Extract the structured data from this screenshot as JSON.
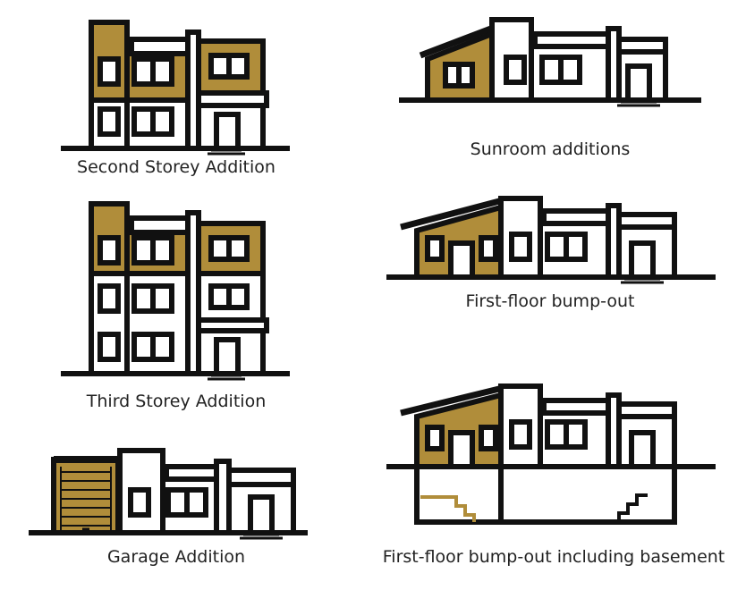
{
  "captions": {
    "second_storey": "Second Storey Addition",
    "third_storey": "Third Storey Addition",
    "garage": "Garage Addition",
    "sunroom": "Sunroom additions",
    "bump_out": "First-floor bump-out",
    "bump_out_basement": "First-floor bump-out including basement"
  },
  "colors": {
    "addition": "#b08d3a",
    "outline": "#111111",
    "wall": "#ffffff"
  }
}
